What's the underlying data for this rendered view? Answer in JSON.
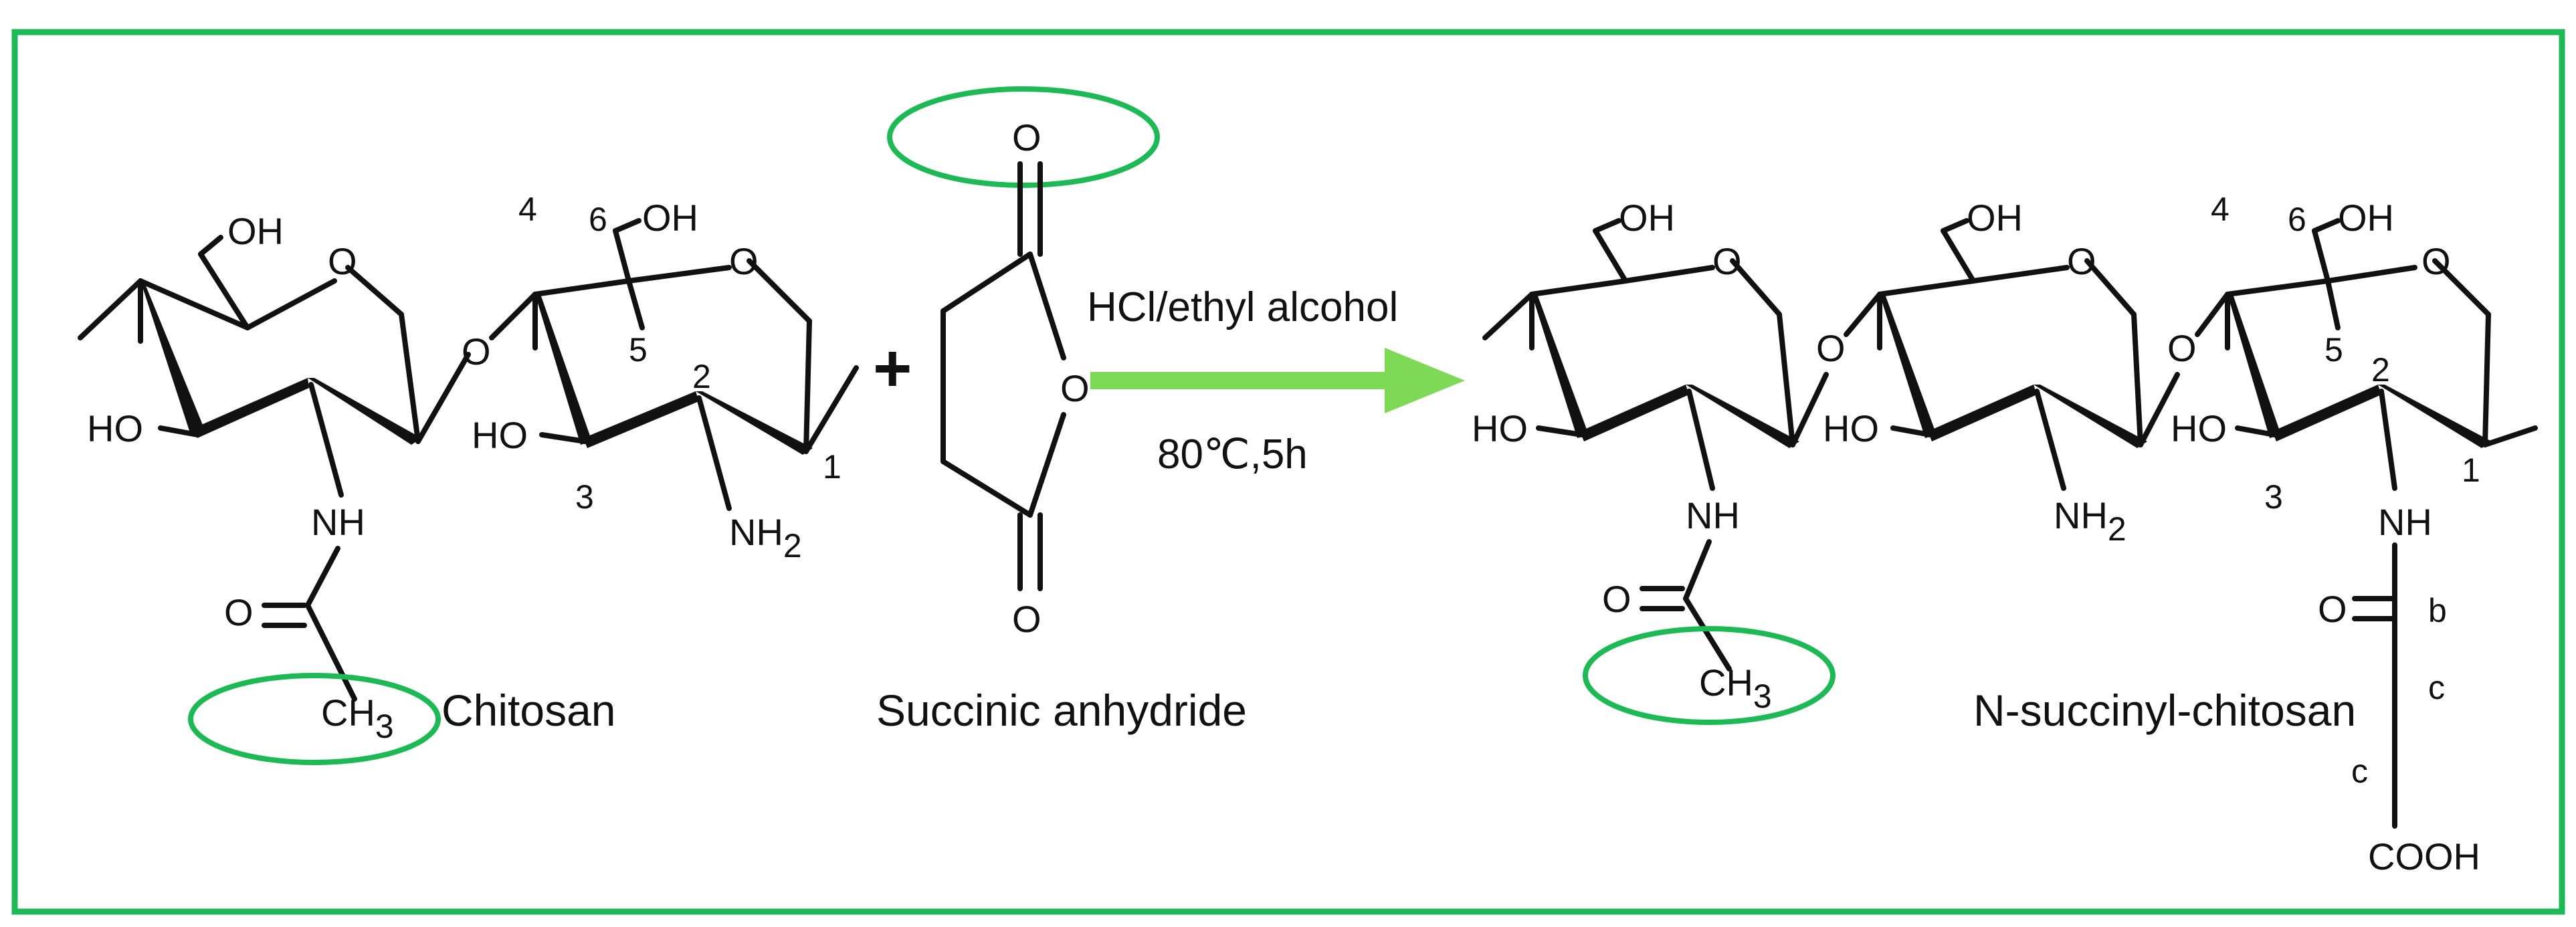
{
  "colors": {
    "frame": "#1DB954",
    "highlight": "#1DB954",
    "arrow": "#7ED957",
    "ink": "#111111"
  },
  "labels": {
    "oh": "OH",
    "ho": "HO",
    "o": "O",
    "nh": "NH",
    "nh2_main": "NH",
    "sub2": "2",
    "ch3_main": "CH",
    "sub3": "3",
    "cooh": "COOH",
    "plus": "+",
    "chitosan": "Chitosan",
    "succinic": "Succinic anhydride",
    "product": "N-succinyl-chitosan",
    "reagent": "HCl/ethyl alcohol",
    "condition": "80℃,5h",
    "n1": "1",
    "n2": "2",
    "n3": "3",
    "n4": "4",
    "n5": "5",
    "n6": "6",
    "b": "b",
    "c": "c"
  }
}
